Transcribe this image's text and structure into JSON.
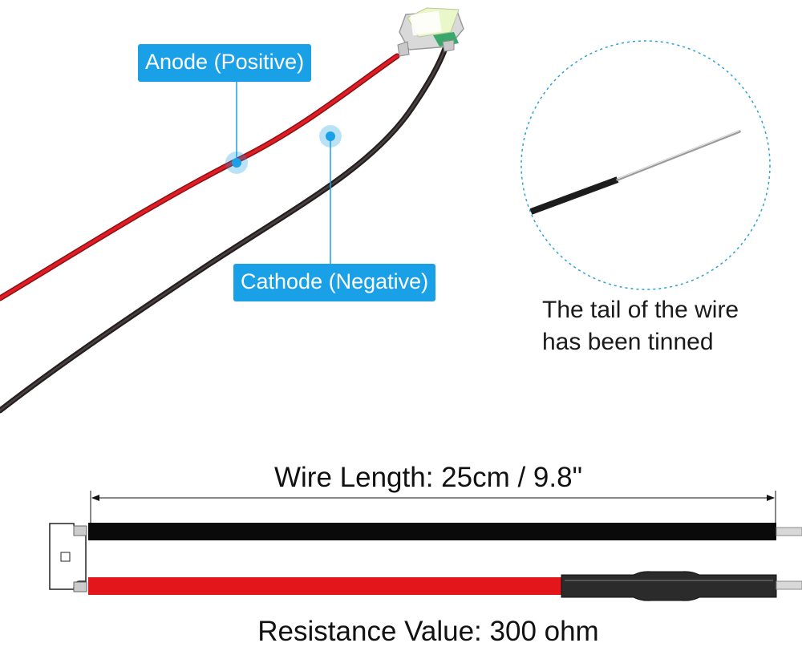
{
  "callouts": {
    "anode": "Anode (Positive)",
    "cathode": "Cathode (Negative)"
  },
  "tail_caption": {
    "line1": "The tail of the wire",
    "line2": "has been tinned"
  },
  "diagram": {
    "wire_length": "Wire Length: 25cm / 9.8\"",
    "resistance": "Resistance Value: 300 ohm"
  },
  "colors": {
    "callout_bg": "#1aa0e6",
    "red_wire": "#e3161c",
    "black_wire": "#0a0a0a",
    "dot_blue": "#1aa0e6"
  }
}
